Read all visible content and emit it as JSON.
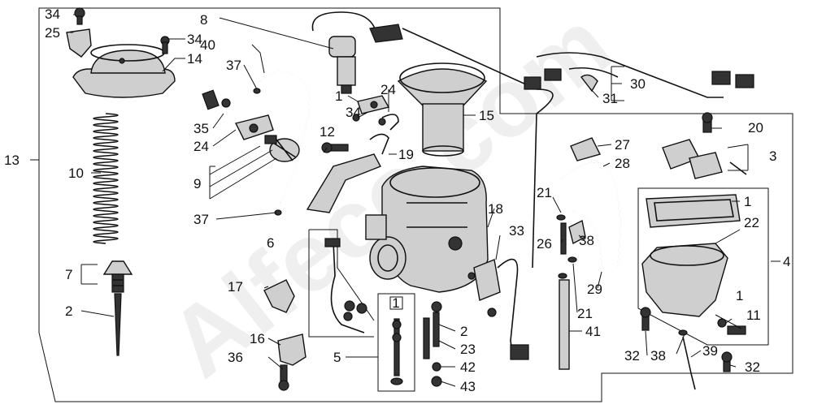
{
  "watermark": "Alfeco.com",
  "callouts": [
    {
      "id": "c34a",
      "text": "34"
    },
    {
      "id": "c25",
      "text": "25"
    },
    {
      "id": "c34b",
      "text": "34"
    },
    {
      "id": "c14",
      "text": "14"
    },
    {
      "id": "c13",
      "text": "13"
    },
    {
      "id": "c10",
      "text": "10"
    },
    {
      "id": "c7",
      "text": "7"
    },
    {
      "id": "c2a",
      "text": "2"
    },
    {
      "id": "c8",
      "text": "8"
    },
    {
      "id": "c40",
      "text": "40"
    },
    {
      "id": "c37a",
      "text": "37"
    },
    {
      "id": "c35",
      "text": "35"
    },
    {
      "id": "c24a",
      "text": "24"
    },
    {
      "id": "c9",
      "text": "9"
    },
    {
      "id": "c37b",
      "text": "37"
    },
    {
      "id": "c1a",
      "text": "1"
    },
    {
      "id": "c34c",
      "text": "34"
    },
    {
      "id": "c24b",
      "text": "24"
    },
    {
      "id": "c15",
      "text": "15"
    },
    {
      "id": "c12",
      "text": "12"
    },
    {
      "id": "c19",
      "text": "19"
    },
    {
      "id": "c6",
      "text": "6"
    },
    {
      "id": "c17",
      "text": "17"
    },
    {
      "id": "c16",
      "text": "16"
    },
    {
      "id": "c36",
      "text": "36"
    },
    {
      "id": "c5",
      "text": "5"
    },
    {
      "id": "c18",
      "text": "18"
    },
    {
      "id": "c33",
      "text": "33"
    },
    {
      "id": "c2b",
      "text": "2"
    },
    {
      "id": "c23",
      "text": "23"
    },
    {
      "id": "c42",
      "text": "42"
    },
    {
      "id": "c43",
      "text": "43"
    },
    {
      "id": "c30",
      "text": "30"
    },
    {
      "id": "c31",
      "text": "31"
    },
    {
      "id": "c20",
      "text": "20"
    },
    {
      "id": "c27",
      "text": "27"
    },
    {
      "id": "c28",
      "text": "28"
    },
    {
      "id": "c3",
      "text": "3"
    },
    {
      "id": "c21a",
      "text": "21"
    },
    {
      "id": "c26",
      "text": "26"
    },
    {
      "id": "c38a",
      "text": "38"
    },
    {
      "id": "c29",
      "text": "29"
    },
    {
      "id": "c21b",
      "text": "21"
    },
    {
      "id": "c41",
      "text": "41"
    },
    {
      "id": "c1b",
      "text": "1"
    },
    {
      "id": "c22",
      "text": "22"
    },
    {
      "id": "c4",
      "text": "4"
    },
    {
      "id": "c1c",
      "text": "1"
    },
    {
      "id": "c11",
      "text": "11"
    },
    {
      "id": "c32a",
      "text": "32"
    },
    {
      "id": "c38b",
      "text": "38"
    },
    {
      "id": "c39",
      "text": "39"
    },
    {
      "id": "c32b",
      "text": "32"
    }
  ],
  "inset_5_tag": "1"
}
